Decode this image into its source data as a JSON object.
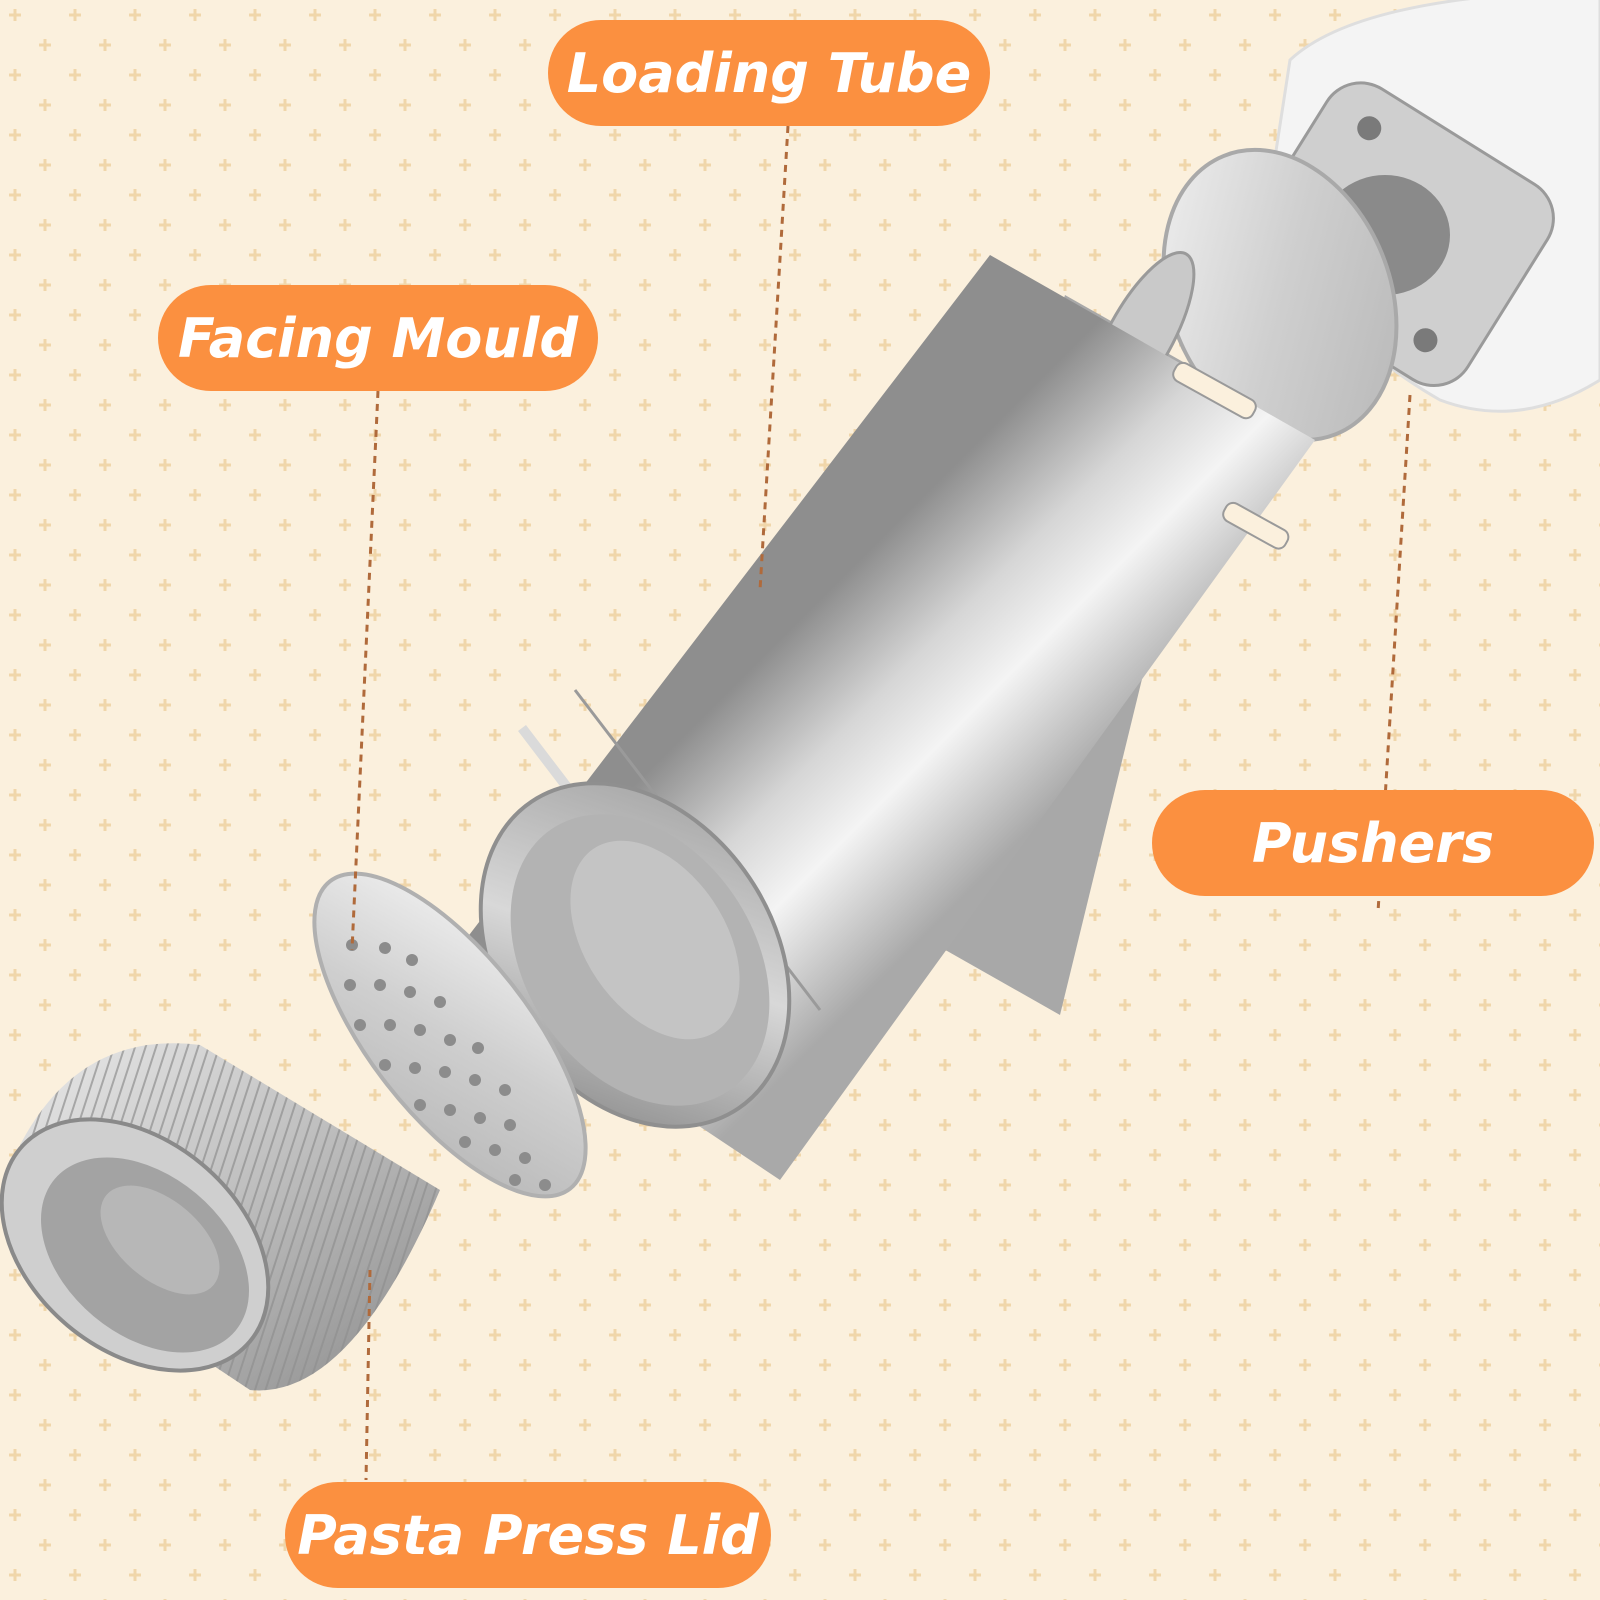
{
  "labels": {
    "loading_tube": "Loading Tube",
    "facing_mould": "Facing Mould",
    "pushers": "Pushers",
    "pasta_press_lid": "Pasta Press Lid"
  },
  "colors": {
    "background": "#fbf0dd",
    "pattern": "#f0d6aa",
    "callout": "#fb9040",
    "callout_text": "#ffffff",
    "leader_line": "#b06a3b",
    "metal": "#c4c4c4"
  }
}
